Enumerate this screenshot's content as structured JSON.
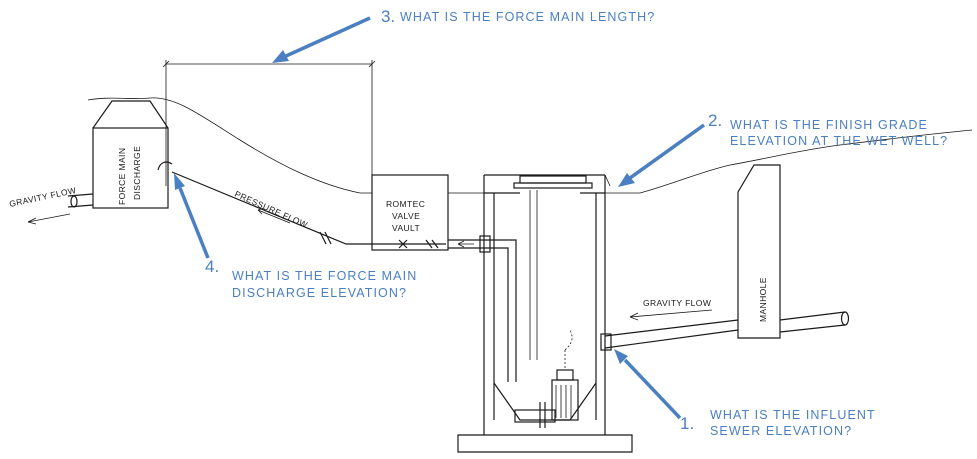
{
  "questions": [
    {
      "number": "3.",
      "line1": "WHAT IS THE FORCE MAIN LENGTH?",
      "line2": ""
    },
    {
      "number": "2.",
      "line1": "WHAT IS THE FINISH GRADE",
      "line2": "ELEVATION AT THE WET WELL?"
    },
    {
      "number": "4.",
      "line1": "WHAT IS THE FORCE MAIN",
      "line2": "DISCHARGE ELEVATION?"
    },
    {
      "number": "1.",
      "line1": "WHAT IS THE INFLUENT",
      "line2": "SEWER ELEVATION?"
    }
  ],
  "labels": {
    "force_main_discharge_1": "FORCE MAIN",
    "force_main_discharge_2": "DISCHARGE",
    "gravity_flow_left": "GRAVITY FLOW",
    "pressure_flow": "PRESSURE FLOW",
    "valve_vault_1": "ROMTEC",
    "valve_vault_2": "VALVE",
    "valve_vault_3": "VAULT",
    "manhole": "MANHOLE",
    "gravity_flow_right": "GRAVITY FLOW"
  },
  "colors": {
    "annotation": "#4a7fc1",
    "linework": "#1a1a1a",
    "background": "#ffffff"
  }
}
